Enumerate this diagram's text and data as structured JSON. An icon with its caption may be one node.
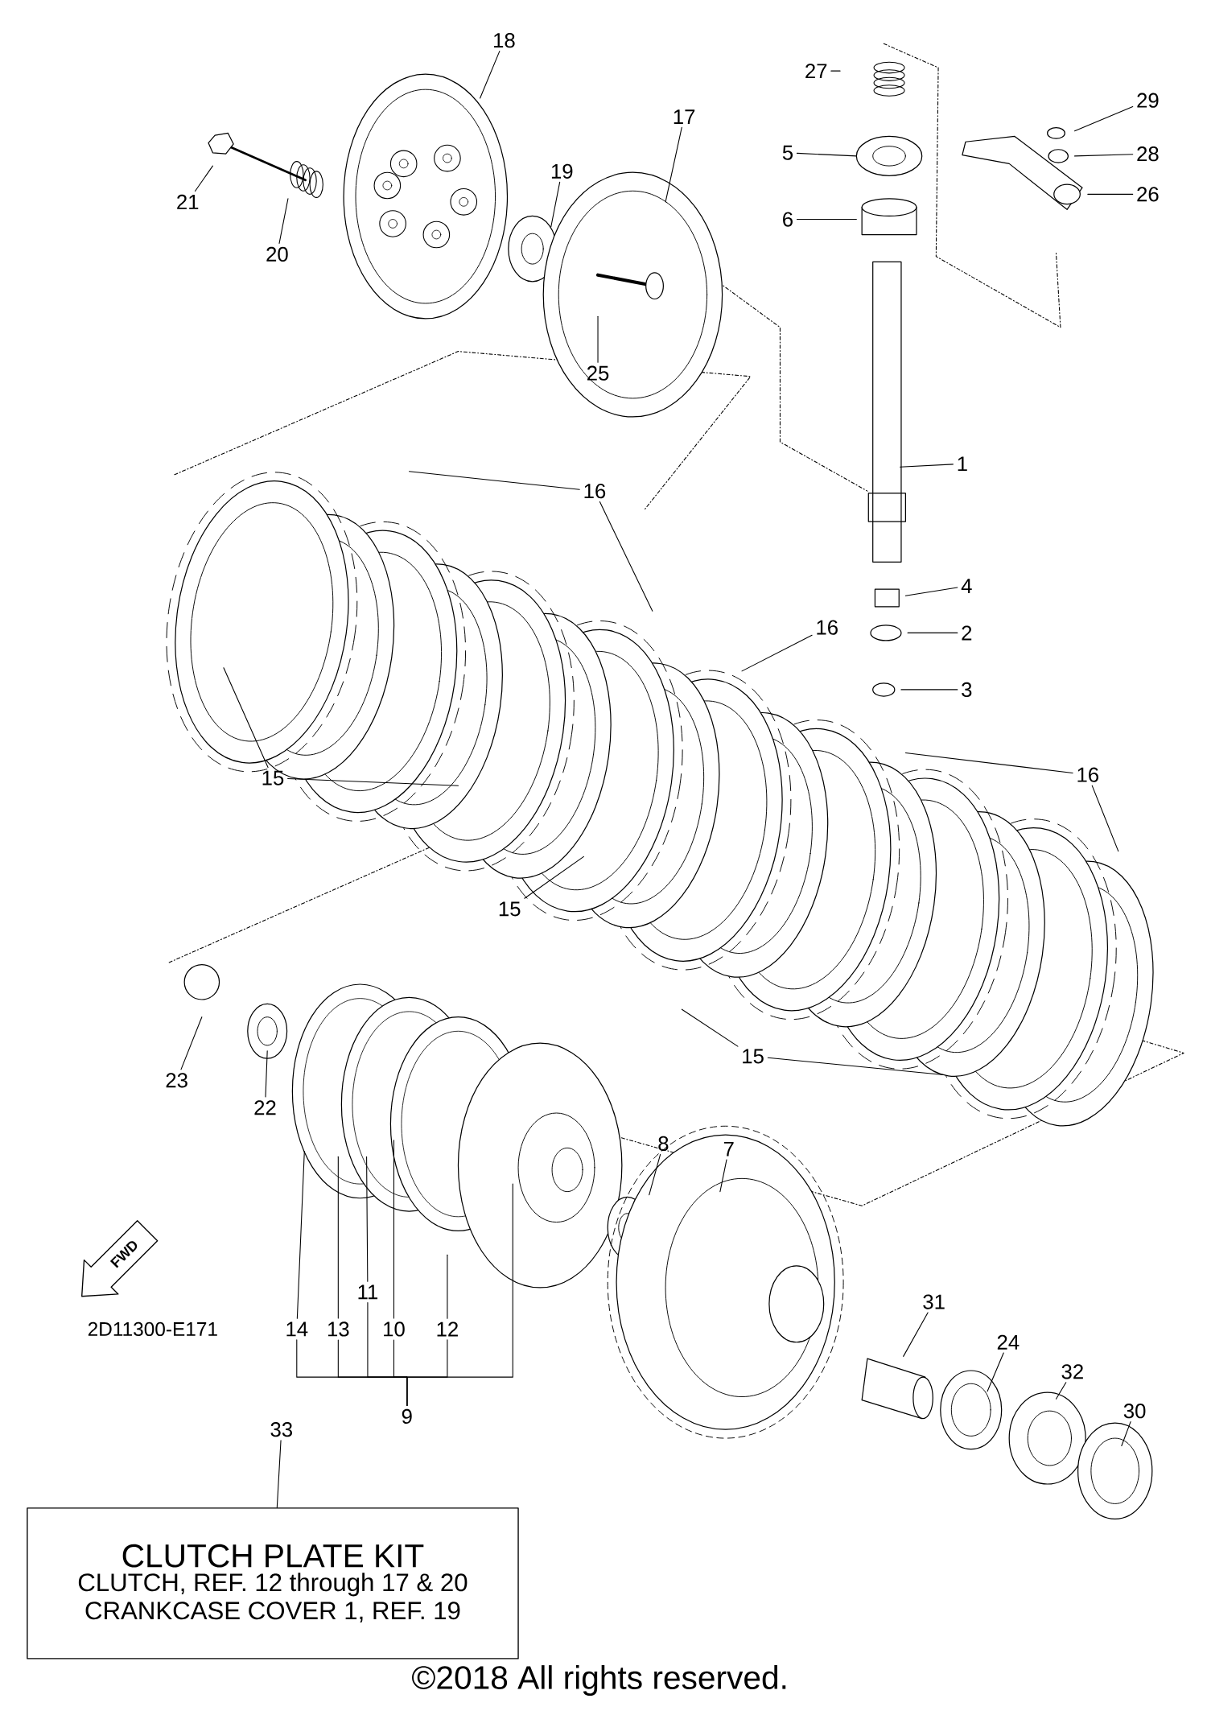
{
  "diagram": {
    "nodes": [
      {
        "text": [
          "18"
        ]
      },
      {
        "text": [
          "27"
        ]
      },
      {
        "text": [
          "29"
        ]
      },
      {
        "text": [
          "17"
        ]
      },
      {
        "text": [
          "5"
        ]
      },
      {
        "text": [
          "28"
        ]
      },
      {
        "text": [
          "21"
        ]
      },
      {
        "text": [
          "19"
        ]
      },
      {
        "text": [
          "26"
        ]
      },
      {
        "text": [
          "6"
        ]
      },
      {
        "text": [
          "20"
        ]
      },
      {
        "text": [
          "25"
        ]
      },
      {
        "text": [
          "1"
        ]
      },
      {
        "text": [
          "16"
        ]
      },
      {
        "text": [
          "4"
        ]
      },
      {
        "text": [
          "2"
        ]
      },
      {
        "text": [
          "16"
        ]
      },
      {
        "text": [
          "3"
        ]
      },
      {
        "text": [
          "15"
        ]
      },
      {
        "text": [
          "16"
        ]
      },
      {
        "text": [
          "15"
        ]
      },
      {
        "text": [
          "15"
        ]
      },
      {
        "text": [
          "23"
        ]
      },
      {
        "text": [
          "22"
        ]
      },
      {
        "text": [
          "7"
        ]
      },
      {
        "text": [
          "8"
        ]
      },
      {
        "text": [
          "11"
        ]
      },
      {
        "text": [
          "14"
        ]
      },
      {
        "text": [
          "13"
        ]
      },
      {
        "text": [
          "10"
        ]
      },
      {
        "text": [
          "12"
        ]
      },
      {
        "text": [
          "31"
        ]
      },
      {
        "text": [
          "24"
        ]
      },
      {
        "text": [
          "32"
        ]
      },
      {
        "text": [
          "9"
        ]
      },
      {
        "text": [
          "30"
        ]
      },
      {
        "text": [
          "33"
        ]
      },
      {
        "text": [
          "CLUTCH PLATE KIT",
          "CLUTCH, REF. 12 through 17 & 20",
          "CRANKCASE COVER 1, REF. 19"
        ]
      }
    ],
    "edges": [
      {
        "from": 0,
        "to": null,
        "arrow": "none"
      },
      {
        "from": 1,
        "to": null,
        "arrow": "none"
      },
      {
        "from": 2,
        "to": null,
        "arrow": "none"
      },
      {
        "from": 3,
        "to": null,
        "arrow": "none"
      },
      {
        "from": 4,
        "to": null,
        "arrow": "none"
      },
      {
        "from": 5,
        "to": null,
        "arrow": "none"
      },
      {
        "from": 6,
        "to": null,
        "arrow": "none"
      },
      {
        "from": 7,
        "to": null,
        "arrow": "none"
      },
      {
        "from": 8,
        "to": null,
        "arrow": "none"
      },
      {
        "from": 9,
        "to": null,
        "arrow": "none"
      },
      {
        "from": 10,
        "to": null,
        "arrow": "none"
      },
      {
        "from": 11,
        "to": null,
        "arrow": "none"
      },
      {
        "from": 12,
        "to": null,
        "arrow": "none"
      },
      {
        "from": 13,
        "to": null,
        "arrow": "none"
      },
      {
        "from": 13,
        "to": null,
        "arrow": "none"
      },
      {
        "from": 14,
        "to": null,
        "arrow": "none"
      },
      {
        "from": 15,
        "to": null,
        "arrow": "none"
      },
      {
        "from": 16,
        "to": null,
        "arrow": "none"
      },
      {
        "from": 17,
        "to": null,
        "arrow": "none"
      },
      {
        "from": 18,
        "to": null,
        "arrow": "none"
      },
      {
        "from": 18,
        "to": null,
        "arrow": "none"
      },
      {
        "from": 19,
        "to": null,
        "arrow": "none"
      },
      {
        "from": 19,
        "to": null,
        "arrow": "none"
      },
      {
        "from": 20,
        "to": null,
        "arrow": "none"
      },
      {
        "from": 21,
        "to": null,
        "arrow": "none"
      },
      {
        "from": 21,
        "to": null,
        "arrow": "none"
      },
      {
        "from": 22,
        "to": null,
        "arrow": "none"
      },
      {
        "from": 23,
        "to": null,
        "arrow": "none"
      },
      {
        "from": 24,
        "to": null,
        "arrow": "none"
      },
      {
        "from": 25,
        "to": null,
        "arrow": "none"
      },
      {
        "from": 26,
        "to": null,
        "arrow": "none"
      },
      {
        "from": 27,
        "to": null,
        "arrow": "none"
      },
      {
        "from": 28,
        "to": null,
        "arrow": "none"
      },
      {
        "from": 29,
        "to": null,
        "arrow": "none"
      },
      {
        "from": 30,
        "to": null,
        "arrow": "none"
      },
      {
        "from": 31,
        "to": null,
        "arrow": "none"
      },
      {
        "from": 32,
        "to": null,
        "arrow": "none"
      },
      {
        "from": 33,
        "to": null,
        "arrow": "none"
      },
      {
        "from": 34,
        "to": 27,
        "arrow": "none"
      },
      {
        "from": 34,
        "to": 28,
        "arrow": "none"
      },
      {
        "from": 34,
        "to": 26,
        "arrow": "none"
      },
      {
        "from": 34,
        "to": 29,
        "arrow": "none"
      },
      {
        "from": 34,
        "to": 30,
        "arrow": "none"
      },
      {
        "from": 34,
        "to": null,
        "arrow": "none"
      },
      {
        "from": 35,
        "to": null,
        "arrow": "none"
      },
      {
        "from": 36,
        "to": 37,
        "arrow": "none"
      }
    ],
    "labels": [
      "FWD",
      "2D11300-E171",
      "©2018 All rights reserved."
    ]
  }
}
